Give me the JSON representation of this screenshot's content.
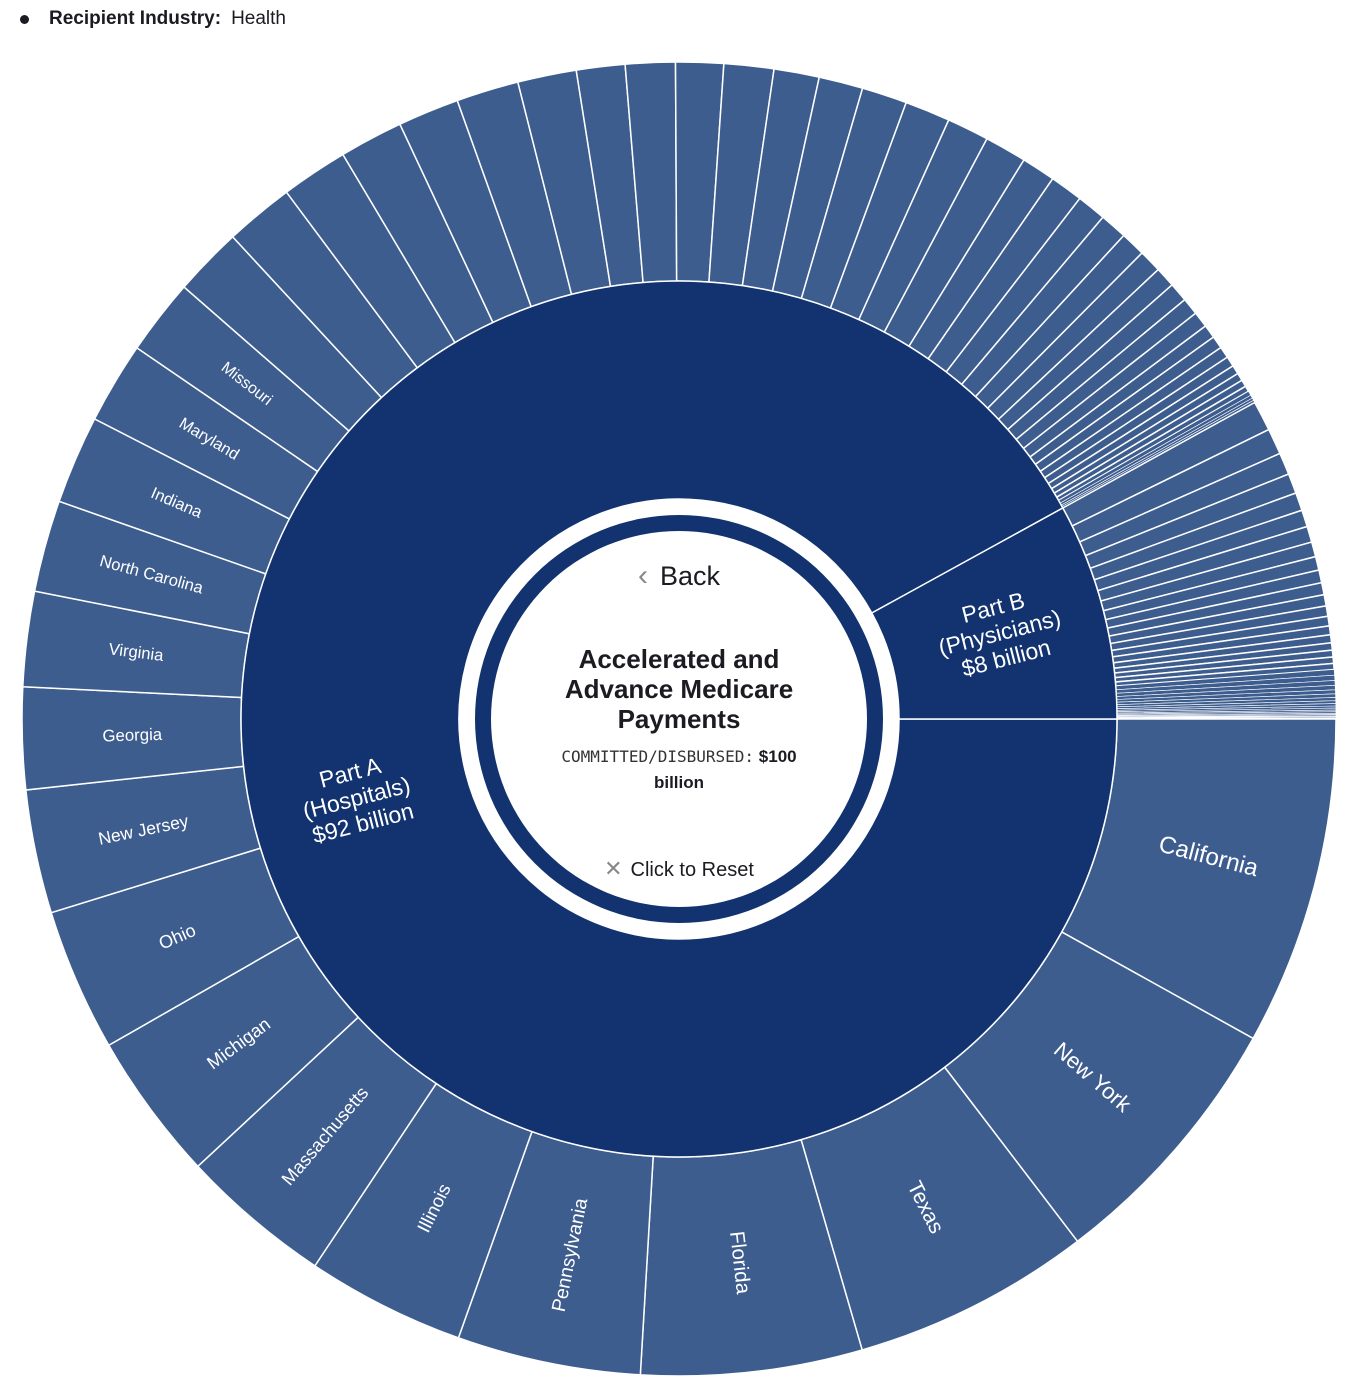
{
  "legend": {
    "label": "Recipient Industry:",
    "value": "Health"
  },
  "center": {
    "back_label": "Back",
    "title_lines": [
      "Accelerated and",
      "Advance Medicare",
      "Payments"
    ],
    "committed_label": "COMMITTED/DISBURSED:",
    "committed_value": "$100",
    "committed_unit": "billion",
    "reset_label": "Click to Reset"
  },
  "colors": {
    "inner": "#12336f",
    "outer": "#3e5d8f",
    "stroke": "#ffffff",
    "text": "#1b1b22"
  },
  "chart_data": {
    "type": "sunburst",
    "title": "Accelerated and Advance Medicare Payments",
    "total_billions": 100,
    "unit": "billion USD",
    "children": [
      {
        "name": "Part A (Hospitals)",
        "label_lines": [
          "Part A",
          "(Hospitals)",
          "$92 billion"
        ],
        "value": 92,
        "children": [
          {
            "name": "California",
            "value": 8.06
          },
          {
            "name": "New York",
            "value": 6.53
          },
          {
            "name": "Texas",
            "value": 5.86
          },
          {
            "name": "Florida",
            "value": 5.42
          },
          {
            "name": "Pennsylvania",
            "value": 4.5
          },
          {
            "name": "Illinois",
            "value": 3.89
          },
          {
            "name": "Massachusetts",
            "value": 3.72
          },
          {
            "name": "Michigan",
            "value": 3.64
          },
          {
            "name": "Ohio",
            "value": 3.5
          },
          {
            "name": "New Jersey",
            "value": 3.03
          },
          {
            "name": "Georgia",
            "value": 2.5
          },
          {
            "name": "Virginia",
            "value": 2.33
          },
          {
            "name": "North Carolina",
            "value": 2.25
          },
          {
            "name": "Indiana",
            "value": 2.17
          },
          {
            "name": "Maryland",
            "value": 2.0
          },
          {
            "name": "Missouri",
            "value": 1.86
          },
          {
            "name": "",
            "value": 1.69
          },
          {
            "name": "",
            "value": 1.69
          },
          {
            "name": "",
            "value": 1.64
          },
          {
            "name": "",
            "value": 1.56
          },
          {
            "name": "",
            "value": 1.5
          },
          {
            "name": "",
            "value": 1.53
          },
          {
            "name": "",
            "value": 1.44
          },
          {
            "name": "",
            "value": 1.19
          },
          {
            "name": "",
            "value": 1.22
          },
          {
            "name": "",
            "value": 1.17
          },
          {
            "name": "",
            "value": 1.22
          },
          {
            "name": "",
            "value": 1.11
          },
          {
            "name": "",
            "value": 1.08
          },
          {
            "name": "",
            "value": 1.11
          },
          {
            "name": "",
            "value": 1.11
          },
          {
            "name": "",
            "value": 1.03
          },
          {
            "name": "",
            "value": 1.03
          },
          {
            "name": "",
            "value": 0.83
          },
          {
            "name": "",
            "value": 0.81
          },
          {
            "name": "",
            "value": 0.72
          },
          {
            "name": "",
            "value": 0.67
          },
          {
            "name": "",
            "value": 0.61
          },
          {
            "name": "",
            "value": 0.56
          },
          {
            "name": "",
            "value": 0.5
          },
          {
            "name": "",
            "value": 0.47
          },
          {
            "name": "",
            "value": 0.42
          },
          {
            "name": "",
            "value": 0.39
          },
          {
            "name": "",
            "value": 0.33
          },
          {
            "name": "",
            "value": 0.31
          },
          {
            "name": "",
            "value": 0.28
          },
          {
            "name": "",
            "value": 0.25
          },
          {
            "name": "",
            "value": 0.22
          },
          {
            "name": "",
            "value": 0.19
          },
          {
            "name": "",
            "value": 0.17
          },
          {
            "name": "",
            "value": 0.14
          },
          {
            "name": "",
            "value": 0.11
          },
          {
            "name": "",
            "value": 0.08
          },
          {
            "name": "",
            "value": 0.06
          },
          {
            "name": "",
            "value": 0.06
          }
        ]
      },
      {
        "name": "Part B (Physicians)",
        "label_lines": [
          "Part B",
          "(Physicians)",
          "$8 billion"
        ],
        "value": 8,
        "children": [
          {
            "name": "",
            "value": 0.75
          },
          {
            "name": "",
            "value": 0.65
          },
          {
            "name": "",
            "value": 0.55
          },
          {
            "name": "",
            "value": 0.5
          },
          {
            "name": "",
            "value": 0.45
          },
          {
            "name": "",
            "value": 0.42
          },
          {
            "name": "",
            "value": 0.4
          },
          {
            "name": "",
            "value": 0.37
          },
          {
            "name": "",
            "value": 0.34
          },
          {
            "name": "",
            "value": 0.32
          },
          {
            "name": "",
            "value": 0.3
          },
          {
            "name": "",
            "value": 0.28
          },
          {
            "name": "",
            "value": 0.26
          },
          {
            "name": "",
            "value": 0.24
          },
          {
            "name": "",
            "value": 0.22
          },
          {
            "name": "",
            "value": 0.2
          },
          {
            "name": "",
            "value": 0.18
          },
          {
            "name": "",
            "value": 0.17
          },
          {
            "name": "",
            "value": 0.16
          },
          {
            "name": "",
            "value": 0.15
          },
          {
            "name": "",
            "value": 0.14
          },
          {
            "name": "",
            "value": 0.13
          },
          {
            "name": "",
            "value": 0.12
          },
          {
            "name": "",
            "value": 0.11
          },
          {
            "name": "",
            "value": 0.1
          },
          {
            "name": "",
            "value": 0.09
          },
          {
            "name": "",
            "value": 0.08
          },
          {
            "name": "",
            "value": 0.07
          },
          {
            "name": "",
            "value": 0.06
          },
          {
            "name": "",
            "value": 0.05
          },
          {
            "name": "",
            "value": 0.05
          },
          {
            "name": "",
            "value": 0.04
          },
          {
            "name": "",
            "value": 0.04
          },
          {
            "name": "",
            "value": 0.03
          },
          {
            "name": "",
            "value": 0.03
          },
          {
            "name": "",
            "value": 0.02
          },
          {
            "name": "",
            "value": 0.02
          },
          {
            "name": "",
            "value": 0.02
          },
          {
            "name": "",
            "value": 0.01
          },
          {
            "name": "",
            "value": 0.01
          }
        ]
      }
    ]
  }
}
